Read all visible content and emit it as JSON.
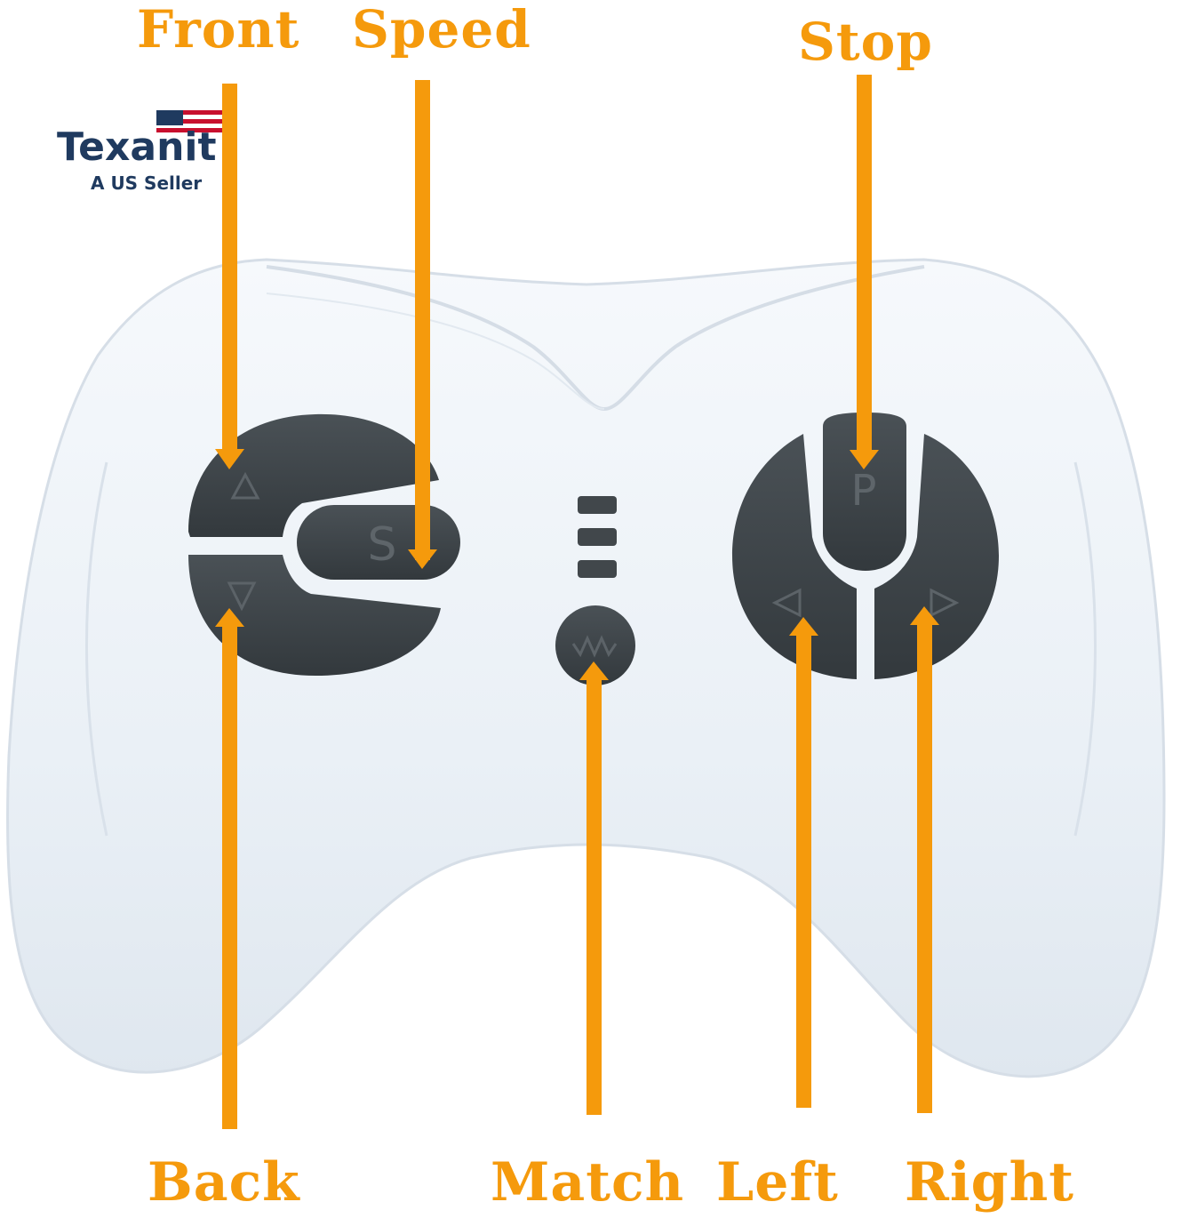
{
  "brand": {
    "name": "Texanit",
    "tagline": "A US Seller"
  },
  "button_glyphs": {
    "speed": "S",
    "stop": "P"
  },
  "labels": {
    "front": "Front",
    "speed": "Speed",
    "stop": "Stop",
    "back": "Back",
    "match": "Match",
    "left": "Left",
    "right": "Right"
  },
  "colors": {
    "label_orange": "#f59a0c",
    "controller_body": "#eef3f8",
    "button_dark": "#3d4347",
    "brand_navy": "#1f3a5f",
    "flag_red": "#c8102e"
  }
}
